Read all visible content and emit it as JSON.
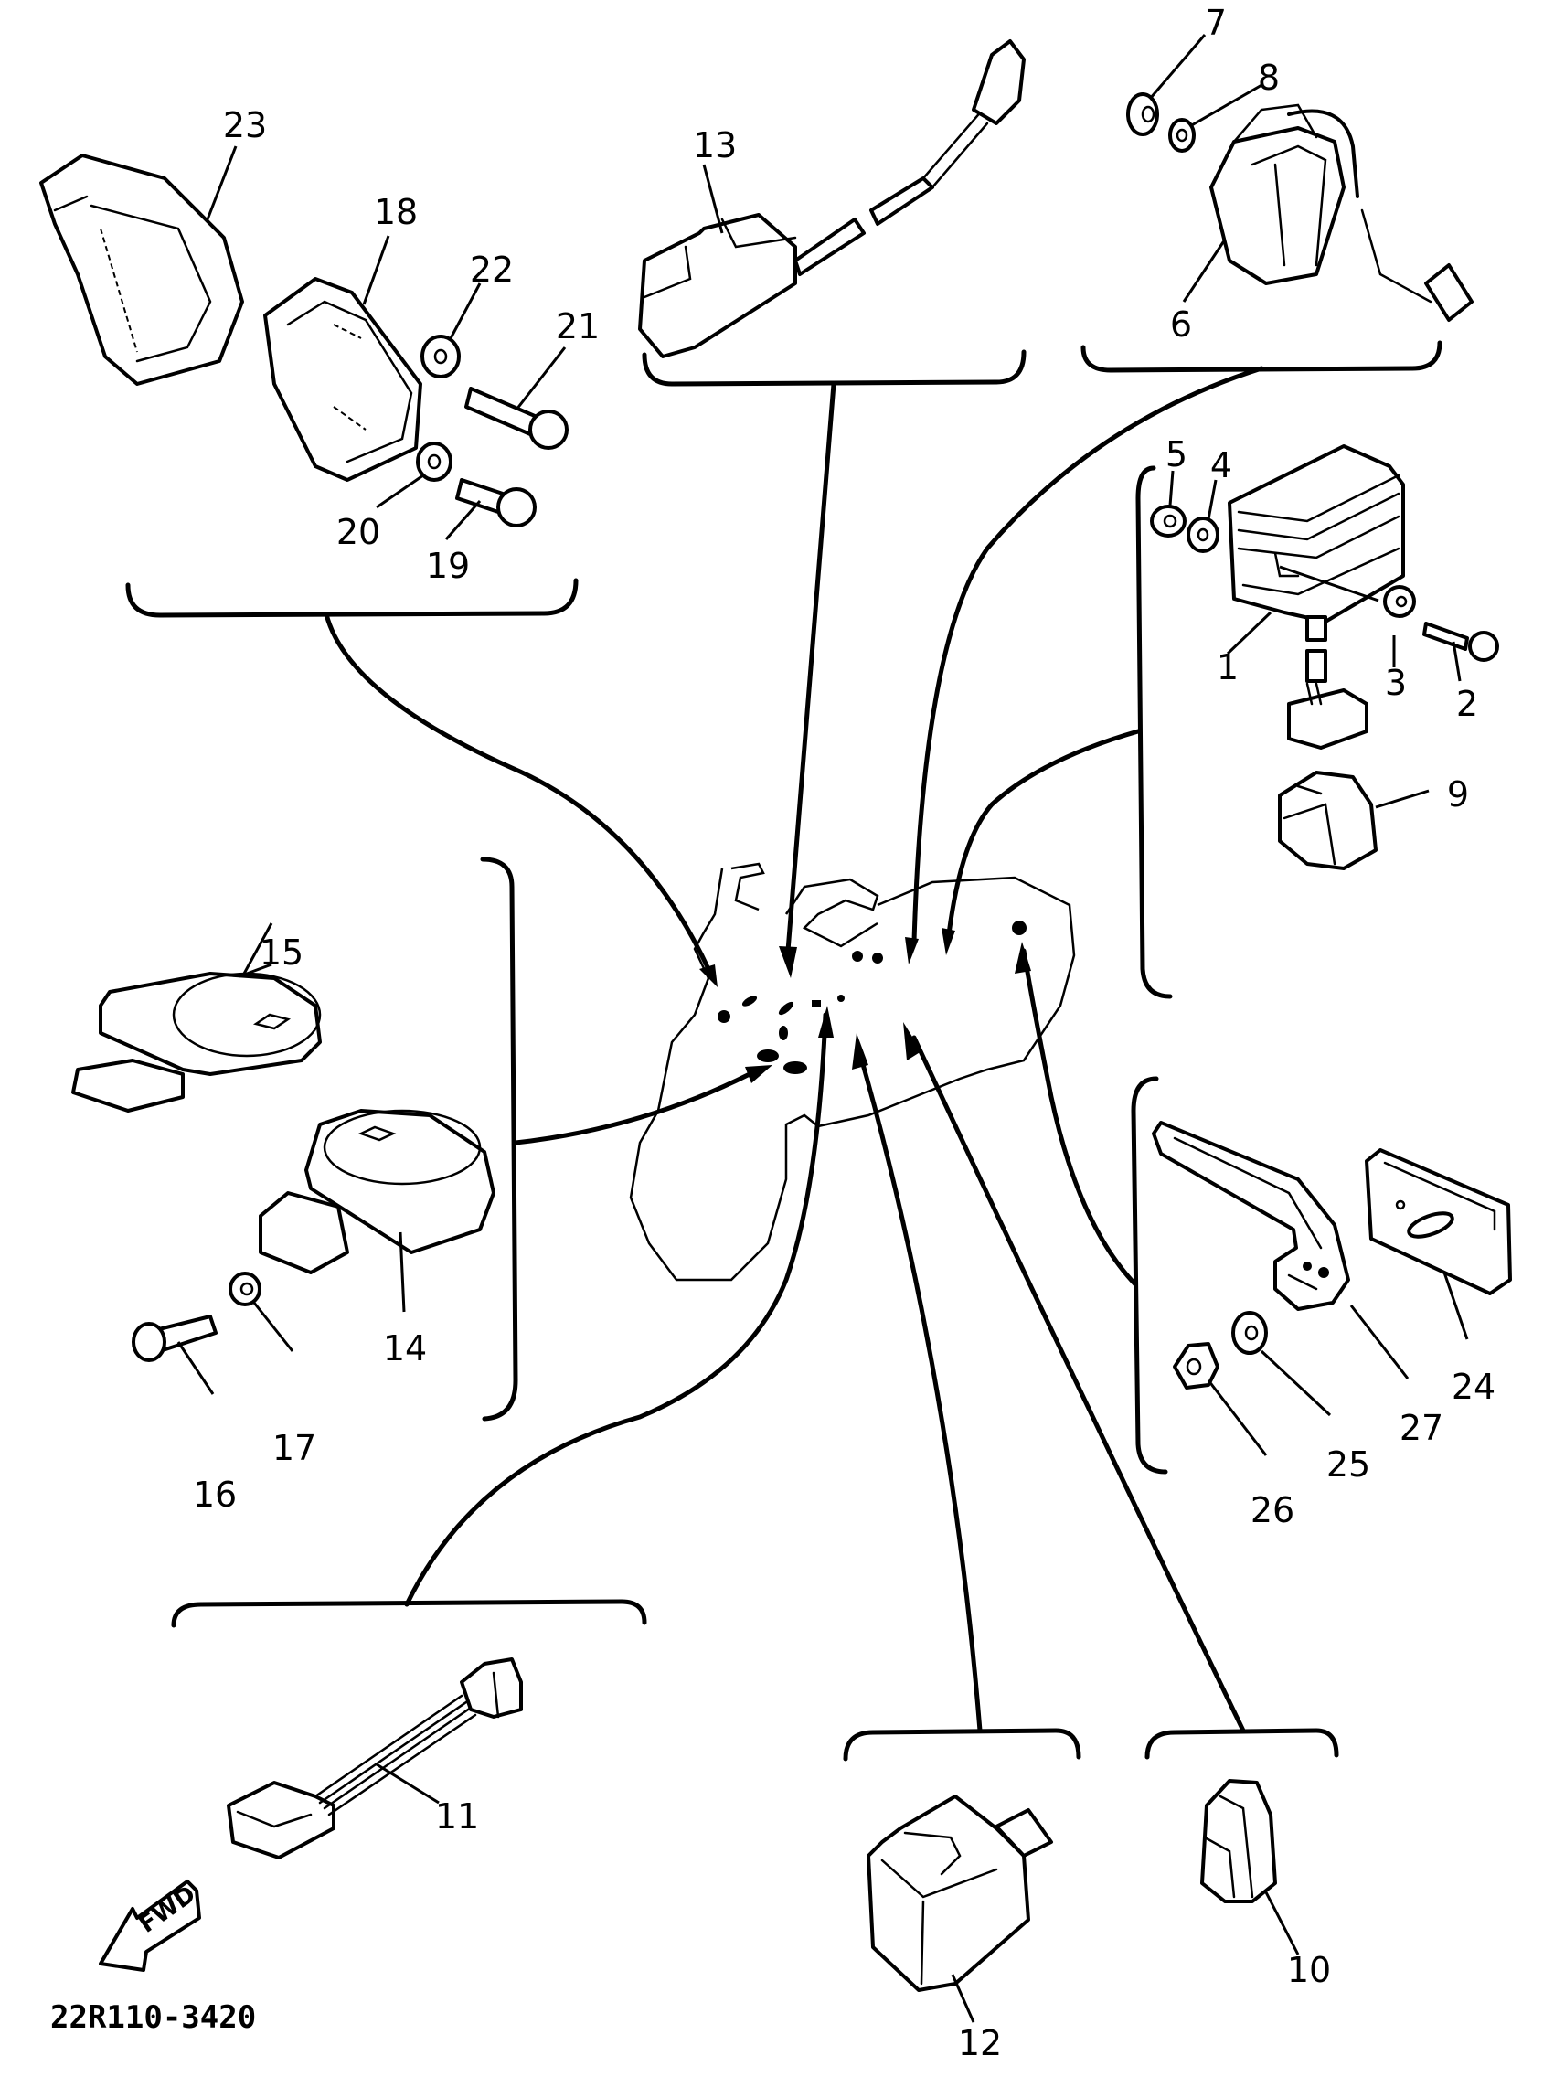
{
  "diagram": {
    "title": "Electrical parts exploded view",
    "drawing_code": "22R110-3420",
    "direction_indicator": "FWD",
    "groups": [
      {
        "id": "rear-reflector-group",
        "parts": [
          "23",
          "18",
          "22",
          "21",
          "20",
          "19"
        ]
      },
      {
        "id": "unit-13-group",
        "parts": [
          "13"
        ]
      },
      {
        "id": "relay-6-group",
        "parts": [
          "7",
          "8",
          "6"
        ]
      },
      {
        "id": "rectifier-group",
        "parts": [
          "5",
          "4",
          "1",
          "3",
          "2",
          "9"
        ]
      },
      {
        "id": "horn-group",
        "parts": [
          "15",
          "14",
          "16",
          "17"
        ]
      },
      {
        "id": "reflector-bracket-group",
        "parts": [
          "27",
          "24",
          "25",
          "26"
        ]
      },
      {
        "id": "unit-11-group",
        "parts": [
          "11"
        ]
      },
      {
        "id": "unit-12-group",
        "parts": [
          "12"
        ]
      },
      {
        "id": "unit-10-group",
        "parts": [
          "10"
        ]
      }
    ],
    "part_labels": {
      "p1": "1",
      "p2": "2",
      "p3": "3",
      "p4": "4",
      "p5": "5",
      "p6": "6",
      "p7": "7",
      "p8": "8",
      "p9": "9",
      "p10": "10",
      "p11": "11",
      "p12": "12",
      "p13": "13",
      "p14": "14",
      "p15": "15",
      "p16": "16",
      "p17": "17",
      "p18": "18",
      "p19": "19",
      "p20": "20",
      "p21": "21",
      "p22": "22",
      "p23": "23",
      "p24": "24",
      "p25": "25",
      "p26": "26",
      "p27": "27"
    }
  }
}
